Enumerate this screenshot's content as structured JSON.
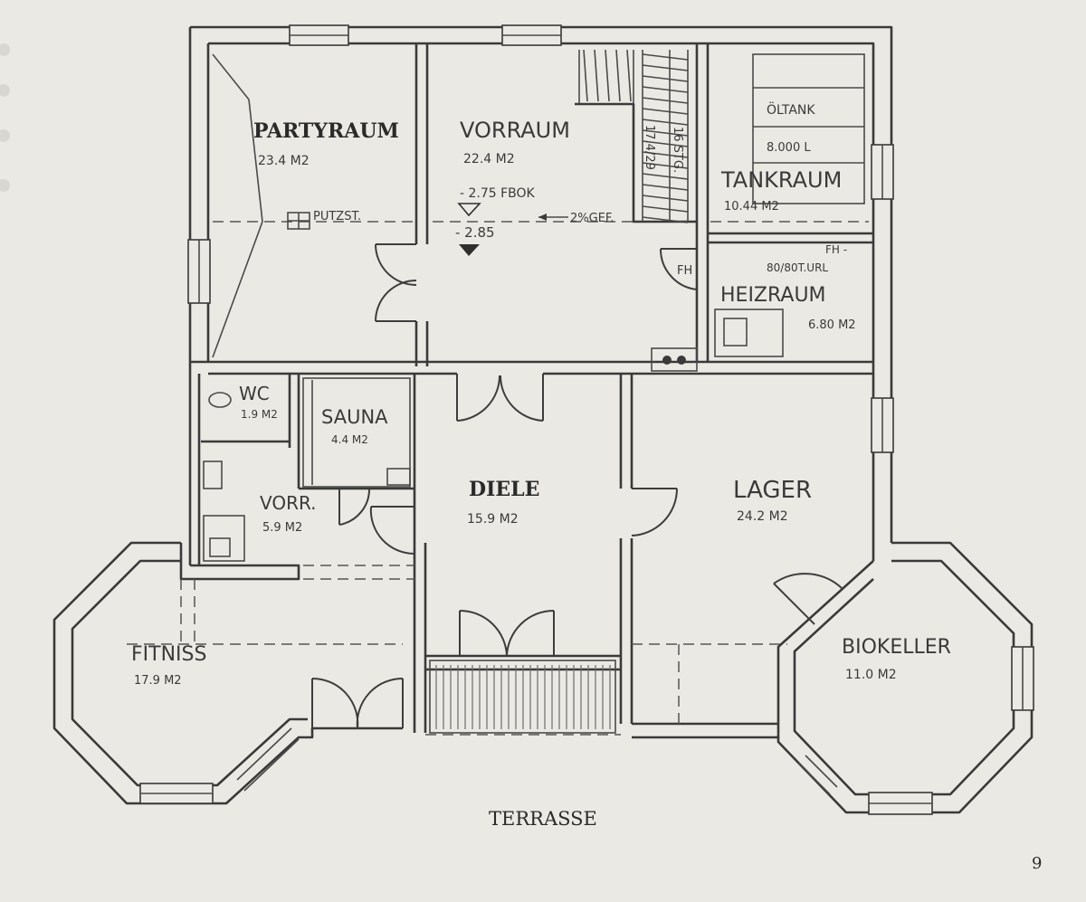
{
  "plan": {
    "rooms": [
      {
        "id": "partyraum",
        "name": "PARTYRAUM",
        "area": "23.4  M2"
      },
      {
        "id": "vorraum",
        "name": "VORRAUM",
        "area": "22.4  M2"
      },
      {
        "id": "tankraum",
        "name": "TANKRAUM",
        "area": "10.44  M2"
      },
      {
        "id": "heizraum",
        "name": "HEIZRAUM",
        "area": "6.80 M2"
      },
      {
        "id": "wc",
        "name": "WC",
        "area": "1.9 M2"
      },
      {
        "id": "sauna",
        "name": "SAUNA",
        "area": "4.4  M2"
      },
      {
        "id": "vorr",
        "name": "VORR.",
        "area": "5.9  M2"
      },
      {
        "id": "diele",
        "name": "DIELE",
        "area": "15.9  M2"
      },
      {
        "id": "lager",
        "name": "LAGER",
        "area": "24.2  M2"
      },
      {
        "id": "fitniss",
        "name": "FITNISS",
        "area": "17.9  M2"
      },
      {
        "id": "biokeller",
        "name": "BIOKELLER",
        "area": "11.0  M2"
      }
    ],
    "annotations": {
      "oltank": "ÖLTANK",
      "oltank_volume": "8.000 L",
      "putzst": "PUTZST.",
      "level_fbok": "- 2.75  FBOK",
      "level_low": "- 2.85",
      "slope": "2%GEF.",
      "stairs_count": "16 STG.",
      "stairs_dims": "17.4/29",
      "fh": "FH",
      "fh_door": "FH -",
      "door_size": "80/80T.URL"
    },
    "terrace": "TERRASSE",
    "page_number": "9"
  }
}
